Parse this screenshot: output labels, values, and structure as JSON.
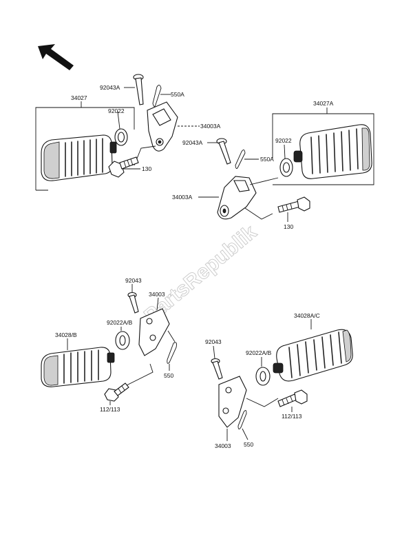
{
  "watermark": "PartsRepublik",
  "labels": {
    "l_34027": "34027",
    "l_92043A_1": "92043A",
    "l_550A_1": "550A",
    "l_92022_1": "92022",
    "l_34003A_1": "34003A",
    "l_130_1": "130",
    "l_34027A": "34027A",
    "l_92043A_2": "92043A",
    "l_550A_2": "550A",
    "l_92022_2": "92022",
    "l_34003A_2": "34003A",
    "l_130_2": "130",
    "l_92043_1": "92043",
    "l_34003_1": "34003",
    "l_92022AB_1": "92022A/B",
    "l_34028B": "34028/B",
    "l_550_1": "550",
    "l_112113_1": "112/113",
    "l_34028AC": "34028A/C",
    "l_92043_2": "92043",
    "l_92022AB_2": "92022A/B",
    "l_112113_2": "112/113",
    "l_34003_2": "34003",
    "l_550_2": "550"
  },
  "icons": {
    "direction_arrow": "front-direction-arrow-icon"
  },
  "colors": {
    "line": "#111111",
    "rubber_shade": "#cfcfcf",
    "watermark": "#c8c8c8"
  }
}
